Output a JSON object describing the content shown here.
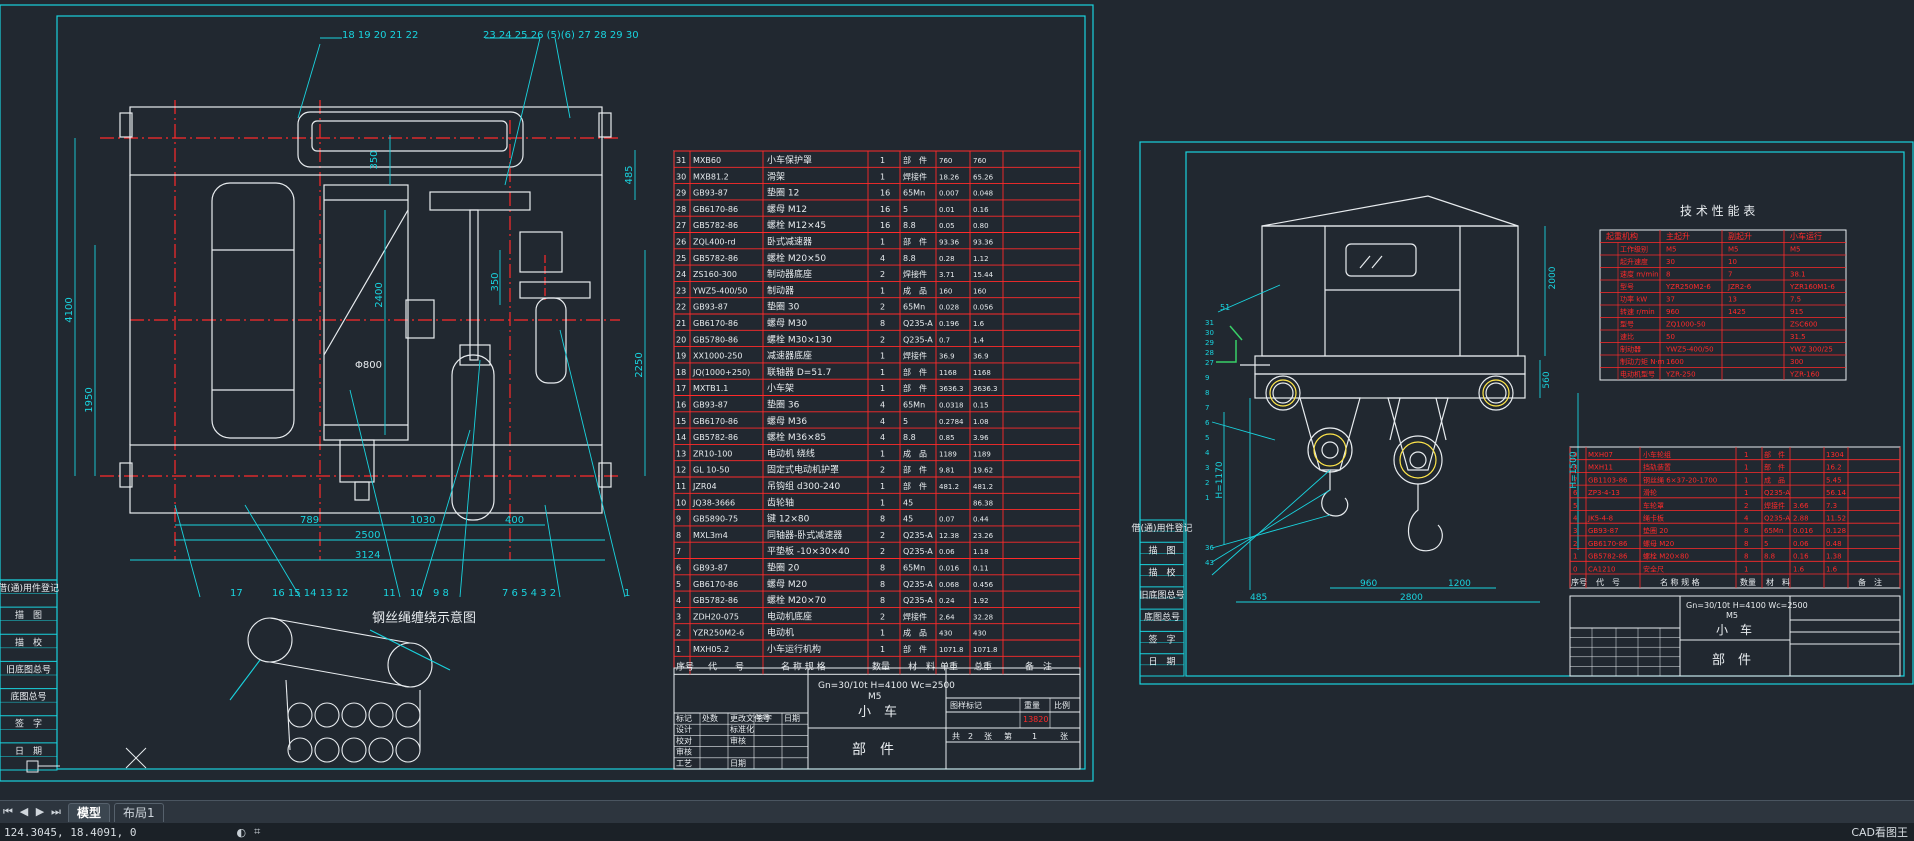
{
  "colors": {
    "bg": "#212830",
    "cyan": "#19d3de",
    "red": "#ff2a2a",
    "white": "#e8ecef",
    "yellow": "#e0d85a",
    "green": "#39d067"
  },
  "sheet1": {
    "callouts_top_a": "18 19 20 21 22",
    "callouts_top_b": "23 24 25 26 (5)(6)  27 28 29 30",
    "callouts_bottom_a": "17",
    "callouts_bottom_b": "16 15 14 13 12",
    "callouts_bottom_c": "11",
    "callouts_bottom_d": "10",
    "callouts_bottom_e": "9  8",
    "callouts_bottom_f": "7  6  5  4  3  2",
    "callouts_bottom_g": "1",
    "dims": {
      "d4100": "4100",
      "d1950": "1950",
      "d350": "350",
      "d485": "485",
      "d2400": "2400",
      "d2250": "2250",
      "d800": "Φ800",
      "d789": "789",
      "d1030": "1030",
      "d400": "400",
      "d2500": "2500",
      "d3124": "3124",
      "d350b": "350"
    },
    "rope_title": "钢丝绳缠绕示意图",
    "left_strip": [
      "借(通)用件登记",
      "描　图",
      "描　校",
      "旧底图总号",
      "底图总号",
      "签　字",
      "日　期"
    ],
    "parts": [
      [
        "31",
        "MXB60",
        "小车保护罩",
        "1",
        "部　件",
        "760",
        "760"
      ],
      [
        "30",
        "MXB81.2",
        "滑架",
        "1",
        "焊接件",
        "18.26",
        "65.26"
      ],
      [
        "29",
        "GB93-87",
        "垫圈 12",
        "16",
        "65Mn",
        "0.007",
        "0.048"
      ],
      [
        "28",
        "GB6170-86",
        "螺母 M12",
        "16",
        "5",
        "0.01",
        "0.16"
      ],
      [
        "27",
        "GB5782-86",
        "螺栓 M12×45",
        "16",
        "8.8",
        "0.05",
        "0.80"
      ],
      [
        "26",
        "ZQL400-rd",
        "卧式减速器",
        "1",
        "部　件",
        "93.36",
        "93.36"
      ],
      [
        "25",
        "GB5782-86",
        "螺栓 M20×50",
        "4",
        "8.8",
        "0.28",
        "1.12"
      ],
      [
        "24",
        "ZS160-300",
        "制动器底座",
        "2",
        "焊接件",
        "3.71",
        "15.44"
      ],
      [
        "23",
        "YWZ5-400/50",
        "制动器",
        "1",
        "成　品",
        "160",
        "160"
      ],
      [
        "22",
        "GB93-87",
        "垫圈 30",
        "2",
        "65Mn",
        "0.028",
        "0.056"
      ],
      [
        "21",
        "GB6170-86",
        "螺母 M30",
        "8",
        "Q235-A",
        "0.196",
        "1.6"
      ],
      [
        "20",
        "GB5780-86",
        "螺栓 M30×130",
        "2",
        "Q235-A",
        "0.7",
        "1.4"
      ],
      [
        "19",
        "XX1000-250",
        "减速器底座",
        "1",
        "焊接件",
        "36.9",
        "36.9"
      ],
      [
        "18",
        "JQ(1000+250)",
        "联轴器 D=51.7",
        "1",
        "部　件",
        "1168",
        "1168"
      ],
      [
        "17",
        "MXTB1.1",
        "小车架",
        "1",
        "部　件",
        "3636.3",
        "3636.3"
      ],
      [
        "16",
        "GB93-87",
        "垫圈 36",
        "4",
        "65Mn",
        "0.0318",
        "0.15"
      ],
      [
        "15",
        "GB6170-86",
        "螺母 M36",
        "4",
        "5",
        "0.2784",
        "1.08"
      ],
      [
        "14",
        "GB5782-86",
        "螺栓 M36×85",
        "4",
        "8.8",
        "0.85",
        "3.96"
      ],
      [
        "13",
        "ZR10-100",
        "电动机 绕线",
        "1",
        "成　品",
        "1189",
        "1189"
      ],
      [
        "12",
        "GL 10-50",
        "固定式电动机护罩",
        "2",
        "部　件",
        "9.81",
        "19.62"
      ],
      [
        "11",
        "JZR04",
        "吊钩组 d300-240",
        "1",
        "部　件",
        "481.2",
        "481.2"
      ],
      [
        "10",
        "JQ38-3666",
        "齿轮轴",
        "1",
        "45",
        "",
        "86.38"
      ],
      [
        "9",
        "GB5890-75",
        "键 12×80",
        "8",
        "45",
        "0.07",
        "0.44"
      ],
      [
        "8",
        "MXL3m4",
        "同轴器-卧式减速器",
        "2",
        "Q235-A",
        "12.38",
        "23.26"
      ],
      [
        "7",
        "",
        "平垫板 -10×30×40",
        "2",
        "Q235-A",
        "0.06",
        "1.18"
      ],
      [
        "6",
        "GB93-87",
        "垫圈 20",
        "8",
        "65Mn",
        "0.016",
        "0.11"
      ],
      [
        "5",
        "GB6170-86",
        "螺母 M20",
        "8",
        "Q235-A",
        "0.068",
        "0.456"
      ],
      [
        "4",
        "GB5782-86",
        "螺栓 M20×70",
        "8",
        "Q235-A",
        "0.24",
        "1.92"
      ],
      [
        "3",
        "ZDH20-075",
        "电动机底座",
        "2",
        "焊接件",
        "2.64",
        "32.28"
      ],
      [
        "2",
        "YZR250M2-6",
        "电动机",
        "1",
        "成　品",
        "430",
        "430"
      ],
      [
        "1",
        "MXH05.2",
        "小车运行机构",
        "1",
        "部　件",
        "1071.8",
        "1071.8"
      ]
    ],
    "parts_header": [
      "序号",
      "代　　号",
      "名 称 规 格",
      "数量",
      "材　料",
      "单重",
      "总重",
      "备　注"
    ],
    "title_spec": "Gn=30/10t  H=4100  Wc=2500",
    "title_m5": "M5",
    "title_name": "小　车",
    "title_sub": "部　件",
    "tb_left": [
      [
        "标记",
        "处数",
        "更改文件号",
        "签字",
        "日期"
      ],
      [
        "设计",
        "",
        "标准化",
        ""
      ],
      [
        "校对",
        "",
        "审核",
        ""
      ],
      [
        "审核",
        "",
        "",
        ""
      ],
      [
        "工艺",
        "",
        "日期",
        ""
      ]
    ],
    "tb_right_hdr": [
      "图样标记",
      "重量",
      "比例"
    ],
    "tb_weight": "13820",
    "tb_sheets": [
      "共",
      "2",
      "张",
      "第",
      "1",
      "张"
    ]
  },
  "sheet2": {
    "perf_title": "技 术 性 能 表",
    "perf_header": [
      "起重机构",
      "主起升",
      "副起升",
      "小车运行"
    ],
    "perf_rows": [
      [
        "工作级别",
        "M5",
        "M5",
        "M5"
      ],
      [
        "起升速度",
        "30",
        "10",
        ""
      ],
      [
        "速度 m/min",
        "8",
        "7",
        "38.1"
      ],
      [
        "型号",
        "YZR250M2-6",
        "JZR2-6",
        "YZR160M1-6"
      ],
      [
        "功率 kW",
        "37",
        "13",
        "7.5"
      ],
      [
        "转速 r/min",
        "960",
        "1425",
        "915"
      ],
      [
        "型号",
        "ZQ1000-50",
        "",
        "ZSC600"
      ],
      [
        "速比",
        "50",
        "",
        "31.5"
      ],
      [
        "制动器",
        "YWZ5-400/50",
        "",
        "YWZ 300/25"
      ],
      [
        "制动力矩 N·m",
        "1600",
        "",
        "300"
      ],
      [
        "电动机型号",
        "YZR-250",
        "",
        "YZR-160"
      ]
    ],
    "parts2": [
      [
        "9",
        "MXH07",
        "小车轮组",
        "1",
        "部　件",
        "",
        "1304"
      ],
      [
        "8",
        "MXH11",
        "挡轨装置",
        "1",
        "部　件",
        "",
        "16.2"
      ],
      [
        "7",
        "GB1103-86",
        "钢丝绳 6×37-20-1700",
        "1",
        "成　品",
        "",
        "5.45"
      ],
      [
        "6",
        "ZP3-4-13",
        "滑轮",
        "1",
        "Q235-A",
        "",
        "56.14"
      ],
      [
        "5",
        "",
        "车轮罩",
        "2",
        "焊接件",
        "3.66",
        "7.3"
      ],
      [
        "4",
        "JK5-4-8",
        "绳卡板",
        "4",
        "Q235-A",
        "2.88",
        "11.52"
      ],
      [
        "3",
        "GB93-87",
        "垫圈 20",
        "8",
        "65Mn",
        "0.016",
        "0.128"
      ],
      [
        "2",
        "GB6170-86",
        "螺母 M20",
        "8",
        "5",
        "0.06",
        "0.48"
      ],
      [
        "1",
        "GB5782-86",
        "螺栓 M20×80",
        "8",
        "8.8",
        "0.16",
        "1.38"
      ],
      [
        "0",
        "CA1210",
        "安全尺",
        "1",
        "",
        "1.6",
        "1.6"
      ]
    ],
    "parts2_header": [
      "序号",
      "代　号",
      "名 称 规 格",
      "数量",
      "材　料",
      "",
      "备　注"
    ],
    "dims": {
      "d2000": "2000",
      "d560": "560",
      "d1170": "H=1170",
      "d1500": "H=1500",
      "d960": "960",
      "d1200": "1200",
      "d2800": "2800",
      "d485": "485",
      "d51": "51"
    },
    "callout_nums": [
      "31",
      "30",
      "29",
      "28",
      "27",
      "9",
      "8",
      "7",
      "6",
      "5",
      "4",
      "3",
      "2",
      "1",
      "36",
      "43"
    ],
    "title_spec": "Gn=30/10t  H=4100  Wc=2500",
    "title_m5": "M5",
    "title_name": "小　车",
    "title_sub": "部　件",
    "left_strip": [
      "借(通)用件登记",
      "描　图",
      "描　校",
      "旧底图总号",
      "底图总号",
      "签　字",
      "日　期"
    ]
  },
  "tabs": {
    "model": "模型",
    "layout1": "布局1"
  },
  "status": {
    "coords": "124.3045, 18.4091, 0",
    "brand": "CAD看图王"
  }
}
